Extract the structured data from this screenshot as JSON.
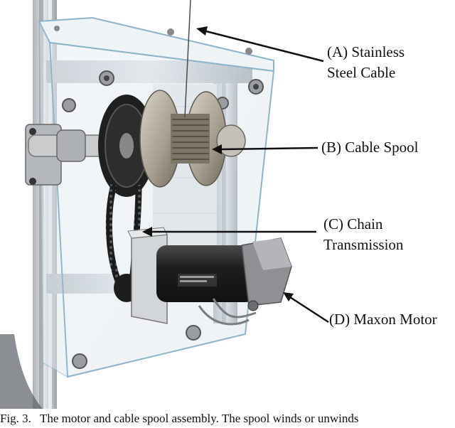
{
  "labels": {
    "a_line1": "(A) Stainless",
    "a_line2": "Steel Cable",
    "b_line1": "(B) Cable Spool",
    "c_line1": "(C) Chain",
    "c_line2": "Transmission",
    "d_line1": "(D) Maxon Motor"
  },
  "caption": {
    "fig": "Fig. 3.",
    "text": "The motor and cable spool assembly. The spool winds or unwinds"
  },
  "colors": {
    "aluminum": "#c9cdd2",
    "acrylic_edge": "#8fb3c9",
    "chain": "#1c1c1c",
    "spool": "#8a8377",
    "motor": "#2a2a2a"
  }
}
